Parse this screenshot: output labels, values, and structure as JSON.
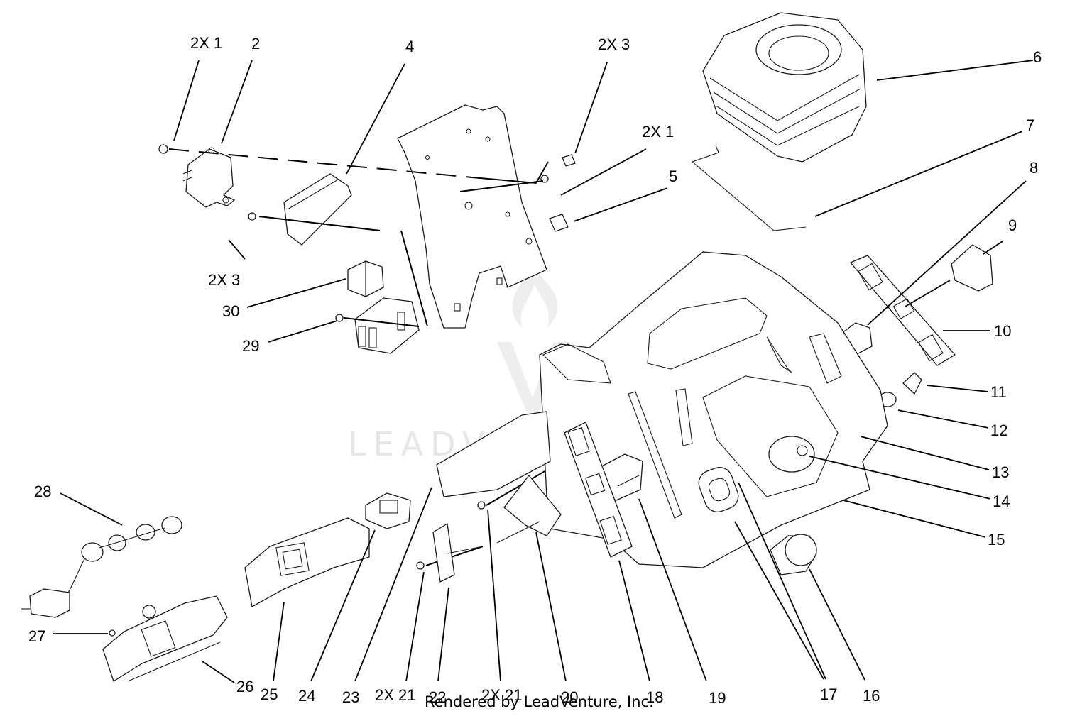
{
  "diagram": {
    "watermark": "LEADVENTURE",
    "footer": "Rendered by LeadVenture, Inc.",
    "callouts": [
      {
        "id": "c-2x1-top",
        "label": "2X 1"
      },
      {
        "id": "c-2",
        "label": "2"
      },
      {
        "id": "c-4",
        "label": "4"
      },
      {
        "id": "c-2x3-top",
        "label": "2X 3"
      },
      {
        "id": "c-6",
        "label": "6"
      },
      {
        "id": "c-2x1-mid",
        "label": "2X 1"
      },
      {
        "id": "c-5",
        "label": "5"
      },
      {
        "id": "c-7",
        "label": "7"
      },
      {
        "id": "c-8",
        "label": "8"
      },
      {
        "id": "c-9",
        "label": "9"
      },
      {
        "id": "c-2x3-left",
        "label": "2X 3"
      },
      {
        "id": "c-30",
        "label": "30"
      },
      {
        "id": "c-29",
        "label": "29"
      },
      {
        "id": "c-10",
        "label": "10"
      },
      {
        "id": "c-11",
        "label": "11"
      },
      {
        "id": "c-12",
        "label": "12"
      },
      {
        "id": "c-13",
        "label": "13"
      },
      {
        "id": "c-28",
        "label": "28"
      },
      {
        "id": "c-14",
        "label": "14"
      },
      {
        "id": "c-15",
        "label": "15"
      },
      {
        "id": "c-27",
        "label": "27"
      },
      {
        "id": "c-26",
        "label": "26"
      },
      {
        "id": "c-25",
        "label": "25"
      },
      {
        "id": "c-24",
        "label": "24"
      },
      {
        "id": "c-23",
        "label": "23"
      },
      {
        "id": "c-2x21-a",
        "label": "2X 21"
      },
      {
        "id": "c-22",
        "label": "22"
      },
      {
        "id": "c-2x21-b",
        "label": "2X 21"
      },
      {
        "id": "c-20",
        "label": "20"
      },
      {
        "id": "c-18",
        "label": "18"
      },
      {
        "id": "c-19",
        "label": "19"
      },
      {
        "id": "c-17",
        "label": "17"
      },
      {
        "id": "c-16",
        "label": "16"
      }
    ]
  }
}
